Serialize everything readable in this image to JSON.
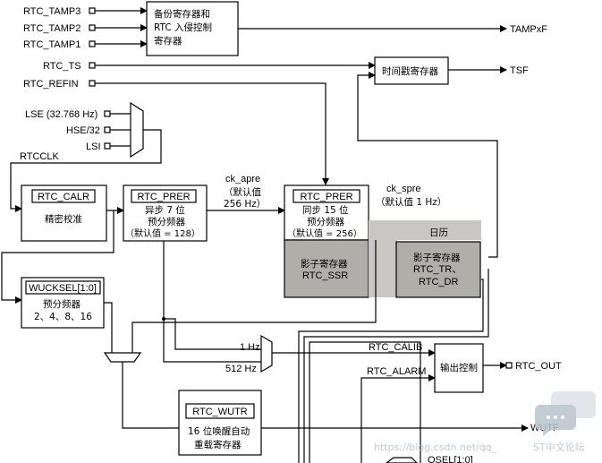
{
  "inputs": {
    "tamp3": "RTC_TAMP3",
    "tamp2": "RTC_TAMP2",
    "tamp1": "RTC_TAMP1",
    "ts": "RTC_TS",
    "refin": "RTC_REFIN",
    "lse": "LSE (32.768 Hz)",
    "hse": "HSE/32",
    "lsi": "LSI",
    "rtcclk": "RTCCLK"
  },
  "backup_box": {
    "line1": "备份寄存器和",
    "line2": "RTC 入侵控制",
    "line3": "寄存器"
  },
  "outputs": {
    "tampxf": "TAMPxF",
    "tsf": "TSF",
    "wutf": "WUTF",
    "rtc_out": "RTC_OUT"
  },
  "timestamp_box": {
    "label": "时间戳寄存器"
  },
  "calr_box": {
    "title": "RTC_CALR",
    "desc": "精密校准"
  },
  "prer_async": {
    "title": "RTC_PRER",
    "l1": "异步 7 位",
    "l2": "预分频器",
    "l3": "（默认值 = 128）"
  },
  "ck_apre": {
    "name": "ck_apre",
    "l1": "（默认值",
    "l2": "256 Hz）"
  },
  "prer_sync": {
    "title": "RTC_PRER",
    "l1": "同步 15 位",
    "l2": "预分频器",
    "l3": "（默认值 = 256）"
  },
  "ck_spre": {
    "name": "ck_spre",
    "l1": "（默认值 1 Hz）"
  },
  "shadow_ssr": {
    "l1": "影子寄存器",
    "l2": "RTC_SSR"
  },
  "calendar": {
    "title": "日历",
    "l1": "影子寄存器",
    "l2": "RTC_TR、",
    "l3": "RTC_DR"
  },
  "wucksel": {
    "title": "WUCKSEL[1:0]",
    "l1": "预分频器",
    "l2": "2、4、8、16"
  },
  "freq": {
    "f1": "1 Hz",
    "f2": "512 Hz"
  },
  "signals": {
    "calib": "RTC_CALIB",
    "alarm": "RTC_ALARM",
    "osel": "OSEL[1:0]"
  },
  "output_ctrl": {
    "label": "输出控制"
  },
  "wutr_box": {
    "title": "RTC_WUTR",
    "l1": "16 位唤醒自动",
    "l2": "重载寄存器"
  },
  "watermark": {
    "url": "https://blog.csdn.net/qq_",
    "brand": "ST中文论坛"
  }
}
